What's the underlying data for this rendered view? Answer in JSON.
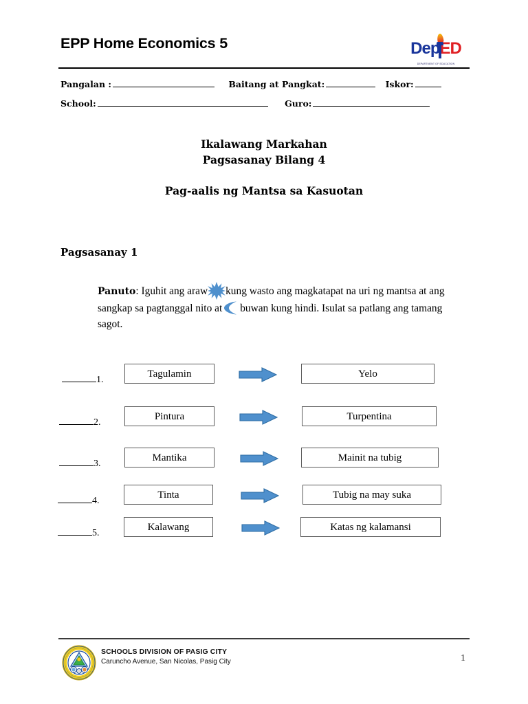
{
  "header": {
    "doc_title": "EPP Home Economics 5",
    "logo": {
      "name": "deped-logo",
      "text_dep": "Dep",
      "text_ed": "ED",
      "tagline": "DEPARTMENT OF EDUCATION",
      "color_blue": "#19359B",
      "color_red": "#E02024"
    }
  },
  "form": {
    "pangalan_label": "Pangalan :",
    "baitang_label": "Baitang at Pangkat:",
    "iskor_label": "Iskor:",
    "school_label": "School:",
    "guro_label": "Guro:"
  },
  "titles": {
    "quarter": "Ikalawang Markahan",
    "exercise_number": "Pagsasanay  Bilang 4",
    "topic": "Pag-aalis ng Mantsa sa Kasuotan"
  },
  "exercise": {
    "heading": "Pagsasanay 1",
    "panuto_label": "Panuto",
    "panuto_part1": ": Iguhit  ang araw",
    "panuto_part2": "kung wasto ang magkatapat na uri  ng mantsa at ang sangkap  sa pagtanggal nito at",
    "panuto_part3": "buwan kung hindi. Isulat sa patlang ang tamang sagot.",
    "sun_icon": "sun-icon",
    "moon_icon": "moon-icon",
    "icon_color": "#4F90CD"
  },
  "matching": {
    "arrow_color": "#4F90CD",
    "arrow_border": "#2E6DA4",
    "rows": [
      {
        "number": "1.",
        "left": "Tagulamin",
        "right": "Yelo"
      },
      {
        "number": "2.",
        "left": "Pintura",
        "right": "Turpentina"
      },
      {
        "number": "3.",
        "left": "Mantika",
        "right": "Mainit  na tubig"
      },
      {
        "number": "4.",
        "left": "Tinta",
        "right": "Tubig na may suka"
      },
      {
        "number": "5.",
        "left": "Kalawang",
        "right": "Katas ng kalamansi"
      }
    ]
  },
  "footer": {
    "division": "SCHOOLS DIVISION OF PASIG CITY",
    "address": "Caruncho Avenue, San Nicolas, Pasig City",
    "page_number": "1",
    "seal_name": "pasig-city-seal"
  }
}
